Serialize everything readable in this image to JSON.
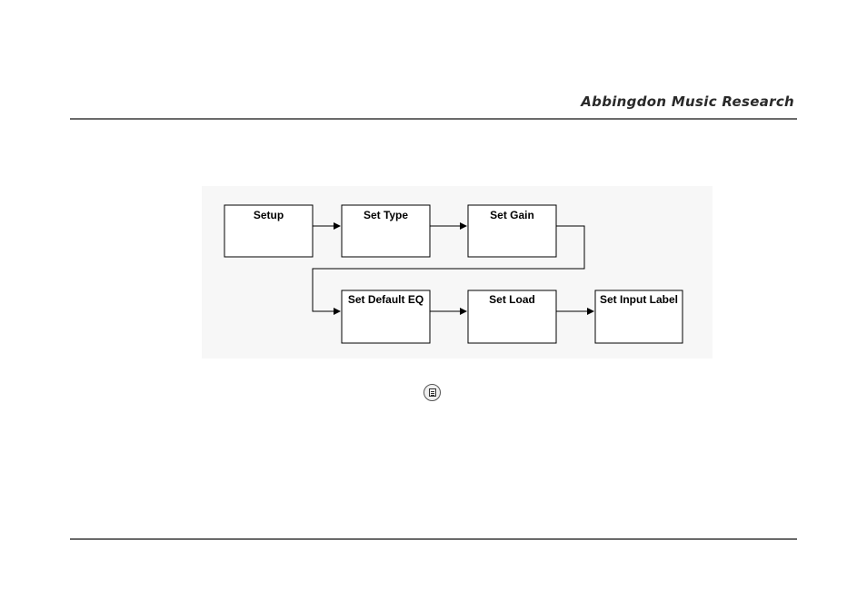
{
  "header": {
    "brand": "Abbingdon Music Research"
  },
  "diagram": {
    "boxes": [
      {
        "id": "setup",
        "label": "Setup"
      },
      {
        "id": "set-type",
        "label": "Set Type"
      },
      {
        "id": "set-gain",
        "label": "Set Gain"
      },
      {
        "id": "set-default-eq",
        "label": "Set Default EQ"
      },
      {
        "id": "set-load",
        "label": "Set Load"
      },
      {
        "id": "set-input-label",
        "label": "Set Input Label"
      }
    ]
  },
  "icons": {
    "menu_button": "menu-list-icon"
  }
}
